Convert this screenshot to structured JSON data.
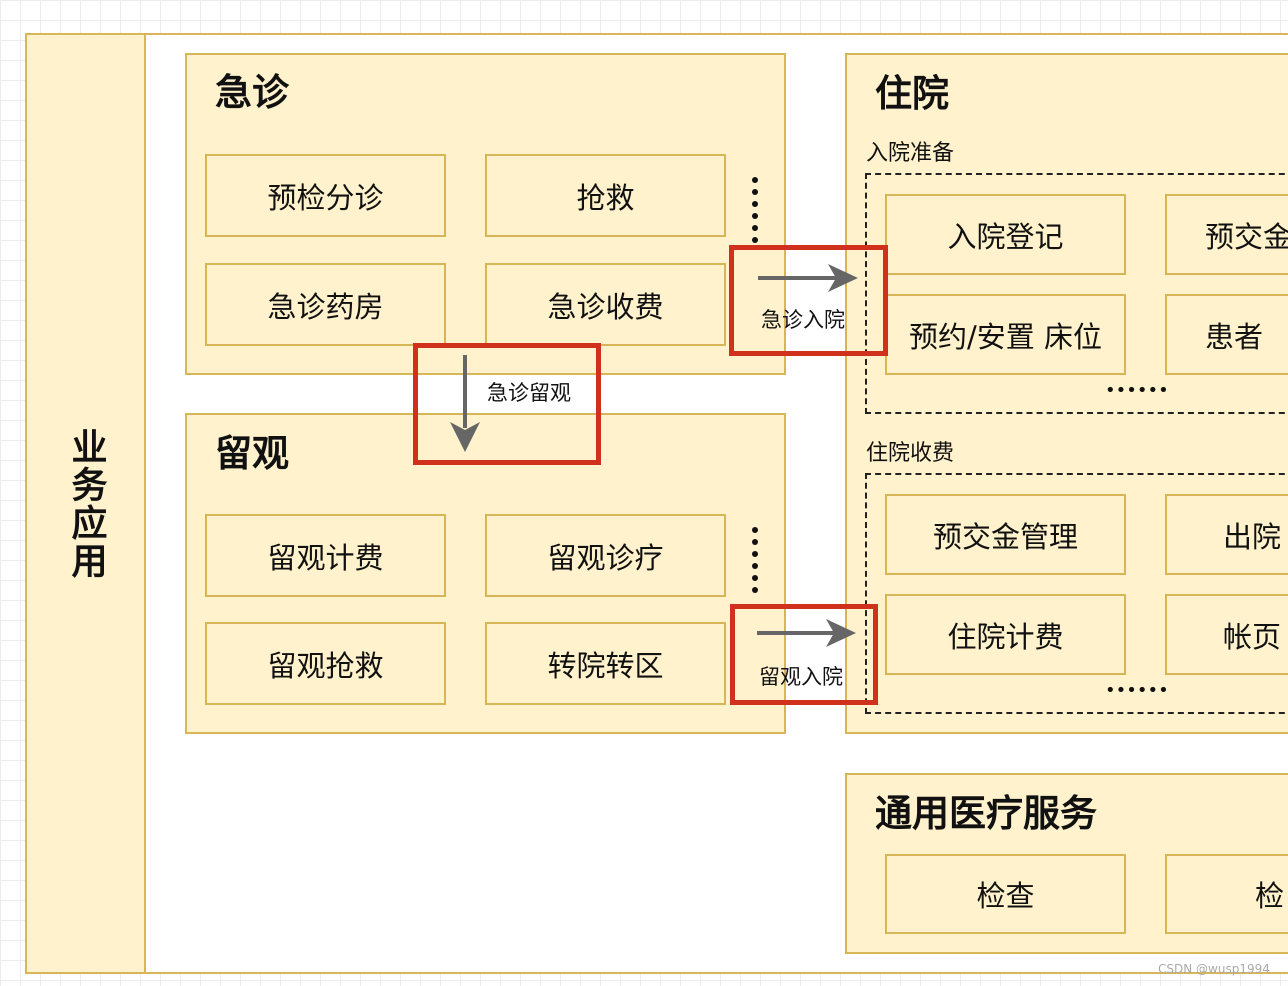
{
  "sidebar": {
    "label": "业务应用"
  },
  "emergency": {
    "title": "急诊",
    "items": [
      "预检分诊",
      "抢救",
      "急诊药房",
      "急诊收费"
    ]
  },
  "observation": {
    "title": "留观",
    "items": [
      "留观计费",
      "留观诊疗",
      "留观抢救",
      "转院转区"
    ]
  },
  "inpatient": {
    "title": "住院",
    "prep_group": {
      "label": "入院准备",
      "items": [
        "入院登记",
        "预交金",
        "预约/安置 床位",
        "患者"
      ],
      "more": "••••••"
    },
    "billing_group": {
      "label": "住院收费",
      "items": [
        "预交金管理",
        "出院",
        "住院计费",
        "帐页"
      ],
      "more": "••••••"
    }
  },
  "general": {
    "title": "通用医疗服务",
    "items": [
      "检查",
      "检"
    ]
  },
  "flows": {
    "emergency_to_observation": "急诊留观",
    "emergency_to_inpatient": "急诊入院",
    "observation_to_inpatient": "留观入院"
  },
  "colors": {
    "fill": "#fff2cc",
    "stroke": "#d6b656",
    "highlight": "#d0311d",
    "arrow": "#666666"
  },
  "watermark": "CSDN @wusp1994"
}
